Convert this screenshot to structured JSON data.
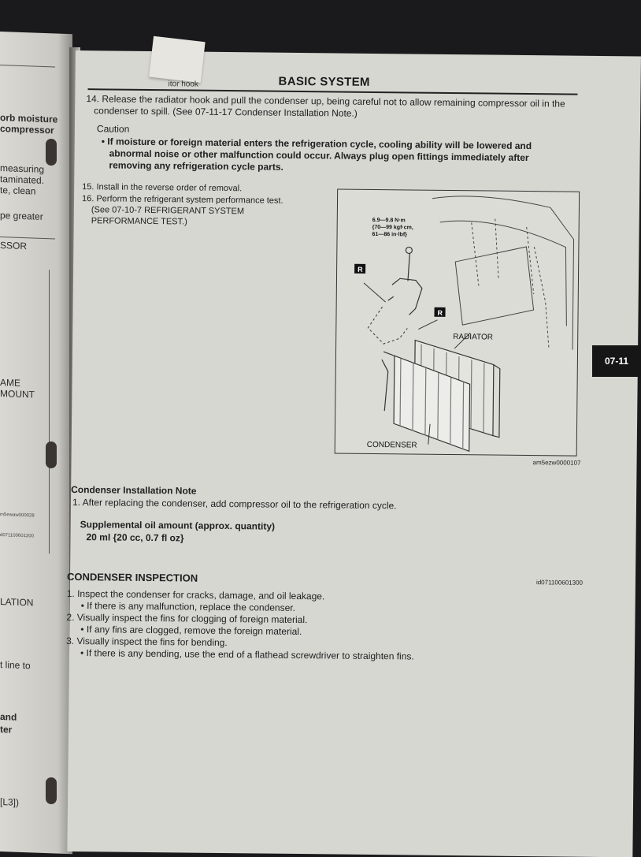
{
  "left_page": {
    "fragments": [
      "orb moisture",
      "compressor",
      "measuring",
      "taminated.",
      "te, clean",
      "pe greater",
      "SSOR",
      "AME",
      "MOUNT",
      "m5ewaw000028",
      "d071100601200",
      "LATION",
      "t line to",
      "and",
      "ter",
      "[L3])"
    ]
  },
  "header": {
    "hook_fragment": "itor hook",
    "title": "BASIC SYSTEM"
  },
  "steps": {
    "s14_line1": "14. Release the radiator hook and pull the condenser up, being careful not to allow remaining compressor oil in the",
    "s14_line2": "condenser to spill. (See 07-11-17 Condenser Installation Note.)",
    "caution_label": "Caution",
    "caution_line1": "If moisture or foreign material enters the refrigeration cycle, cooling ability will be lowered and",
    "caution_line2": "abnormal noise or other malfunction could occur. Always plug open fittings immediately after",
    "caution_line3": "removing any refrigeration cycle parts.",
    "s15": "15. Install in the reverse order of removal.",
    "s16_line1": "16. Perform the refrigerant system performance test.",
    "s16_line2": "(See 07-10-7 REFRIGERANT SYSTEM",
    "s16_line3": "PERFORMANCE TEST.)"
  },
  "figure": {
    "torque_line1": "6.9—9.8 N·m",
    "torque_line2": "{70—99 kgf·cm,",
    "torque_line3": "61—86 in·lbf}",
    "r_marker": "R",
    "radiator_label": "RADIATOR",
    "condenser_label": "CONDENSER",
    "code": "am5ezw0000107"
  },
  "side_tab": "07-11",
  "install_note": {
    "title": "Condenser Installation Note",
    "step1": "1. After replacing the condenser, add compressor oil to the refrigeration cycle.",
    "oil_label": "Supplemental oil amount (approx. quantity)",
    "oil_value": "20 ml {20 cc, 0.7 fl oz}"
  },
  "inspection": {
    "title": "CONDENSER INSPECTION",
    "id": "id071100601300",
    "step1": "1. Inspect the condenser for cracks, damage, and oil leakage.",
    "step1_bullet": "If there is any malfunction, replace the condenser.",
    "step2": "2. Visually inspect the fins for clogging of foreign material.",
    "step2_bullet": "If any fins are clogged, remove the foreign material.",
    "step3": "3. Visually inspect the fins for bending.",
    "step3_bullet": "If there is any bending, use the end of a flathead screwdriver to straighten fins."
  }
}
